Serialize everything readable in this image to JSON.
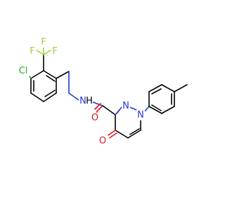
{
  "molecule": {
    "atoms": {
      "Cl": {
        "text": "Cl",
        "color": "#20b020"
      },
      "F1": {
        "text": "F",
        "color": "#9ad33a"
      },
      "F2": {
        "text": "F",
        "color": "#9ad33a"
      },
      "F3": {
        "text": "F",
        "color": "#9ad33a"
      },
      "NH": {
        "text": "N",
        "color": "#1f3bd6"
      },
      "H": {
        "text": "H",
        "color": "#000000"
      },
      "O1": {
        "text": "O",
        "color": "#e4151e"
      },
      "N2": {
        "text": "N",
        "color": "#1f3bd6"
      },
      "N1": {
        "text": "N",
        "color": "#1f3bd6"
      },
      "O2": {
        "text": "O",
        "color": "#e4151e"
      }
    }
  }
}
